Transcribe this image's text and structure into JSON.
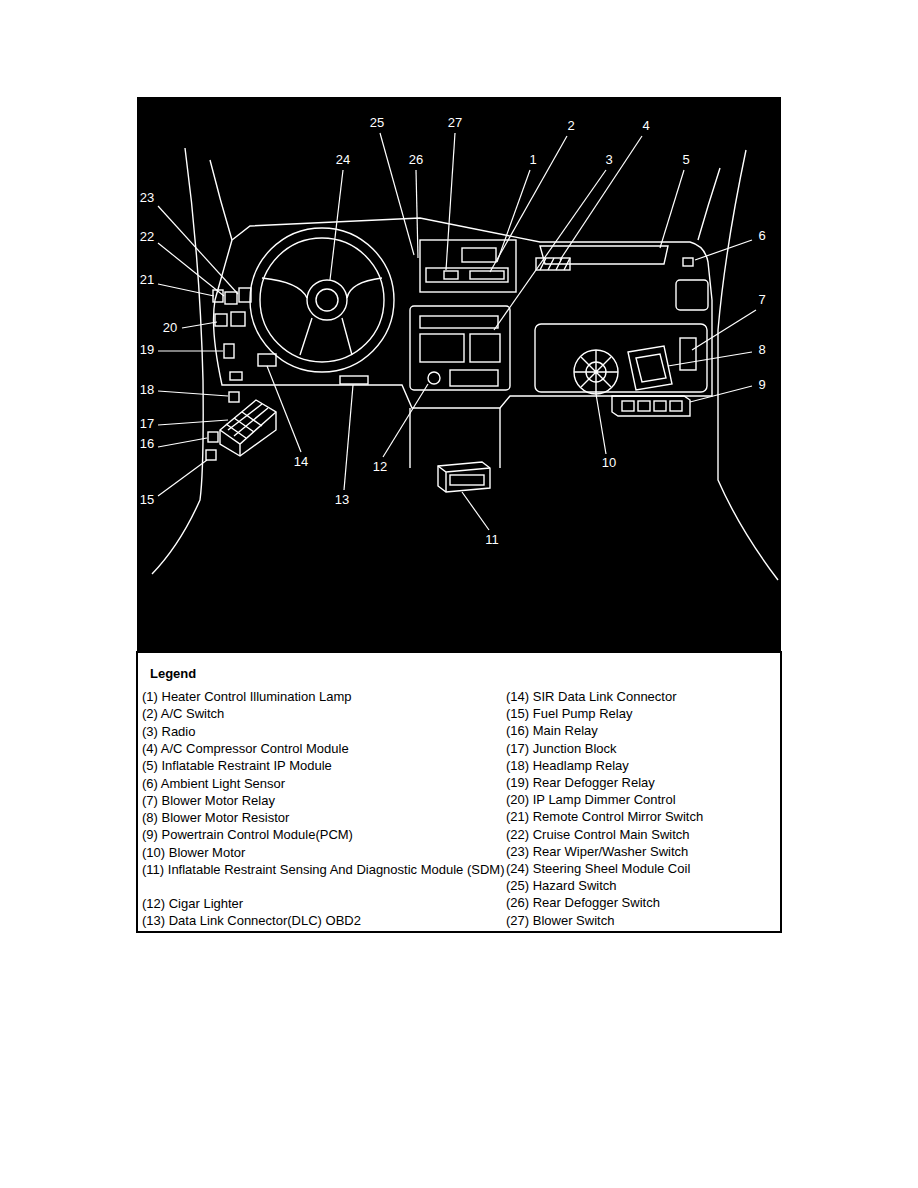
{
  "diagram": {
    "labels": [
      "25",
      "27",
      "2",
      "4",
      "26",
      "24",
      "1",
      "3",
      "5",
      "23",
      "6",
      "22",
      "21",
      "7",
      "20",
      "8",
      "19",
      "18",
      "9",
      "17",
      "16",
      "14",
      "12",
      "10",
      "15",
      "13",
      "11",
      "Legend"
    ],
    "legend": [
      {
        "text": "(1) Heater Control Illumination Lamp"
      },
      {
        "text": "(2) A/C Switch"
      },
      {
        "text": "(3) Radio"
      },
      {
        "text": "(4) A/C Compressor Control Module"
      },
      {
        "text": "(5) Inflatable Restraint IP Module"
      },
      {
        "text": "(6) Ambient Light Sensor"
      },
      {
        "text": "(7) Blower Motor Relay"
      },
      {
        "text": "(8) Blower Motor Resistor"
      },
      {
        "text": "(9) Powertrain Control Module(PCM)"
      },
      {
        "text": "(10) Blower Motor"
      },
      {
        "text": "(11) Inflatable Restraint Sensing And Diagnostic Module (SDM)"
      },
      {
        "text": "(12) Cigar Lighter"
      },
      {
        "text": "(13) Data Link Connector(DLC) OBD2"
      },
      {
        "text": "(14) SIR Data Link Connector"
      },
      {
        "text": "(15) Fuel Pump Relay"
      },
      {
        "text": "(16) Main Relay"
      },
      {
        "text": "(17) Junction Block"
      },
      {
        "text": "(18) Headlamp Relay"
      },
      {
        "text": "(19) Rear Defogger Relay"
      },
      {
        "text": "(20) IP Lamp Dimmer Control"
      },
      {
        "text": "(21) Remote Control Mirror Switch"
      },
      {
        "text": "(22) Cruise Control Main Switch"
      },
      {
        "text": "(23) Rear Wiper/Washer Switch"
      },
      {
        "text": "(24) Steering Sheel Module Coil"
      },
      {
        "text": "(25) Hazard Switch"
      },
      {
        "text": "(26) Rear Defogger Switch"
      },
      {
        "text": "(27) Blower Switch"
      }
    ]
  }
}
